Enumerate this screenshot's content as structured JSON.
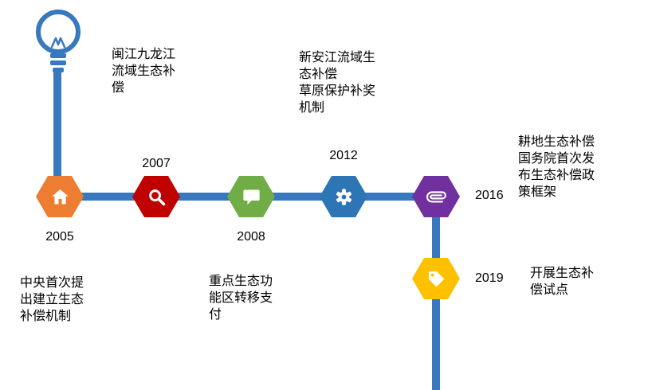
{
  "diagram": {
    "line_color": "#3778BE",
    "nodes": [
      {
        "year": "2005",
        "color": "#ED7D31",
        "icon": "home-icon",
        "text": "中央首次提\n出建立生态\n补偿机制"
      },
      {
        "year": "2007",
        "color": "#C00000",
        "icon": "search-icon",
        "text": "闽江九龙江\n流域生态补\n偿"
      },
      {
        "year": "2008",
        "color": "#70AD47",
        "icon": "comment-icon",
        "text": "重点生态功\n能区转移支\n付"
      },
      {
        "year": "2012",
        "color": "#2E75B6",
        "icon": "gear-icon",
        "text": "新安江流域生\n态补偿\n草原保护补奖\n机制"
      },
      {
        "year": "2016",
        "color": "#7030A0",
        "icon": "paperclip-icon",
        "text": "耕地生态补偿\n国务院首次发\n布生态补偿政\n策框架"
      },
      {
        "year": "2019",
        "color": "#FFC000",
        "icon": "tag-icon",
        "text": "开展生态补\n偿试点"
      }
    ]
  }
}
